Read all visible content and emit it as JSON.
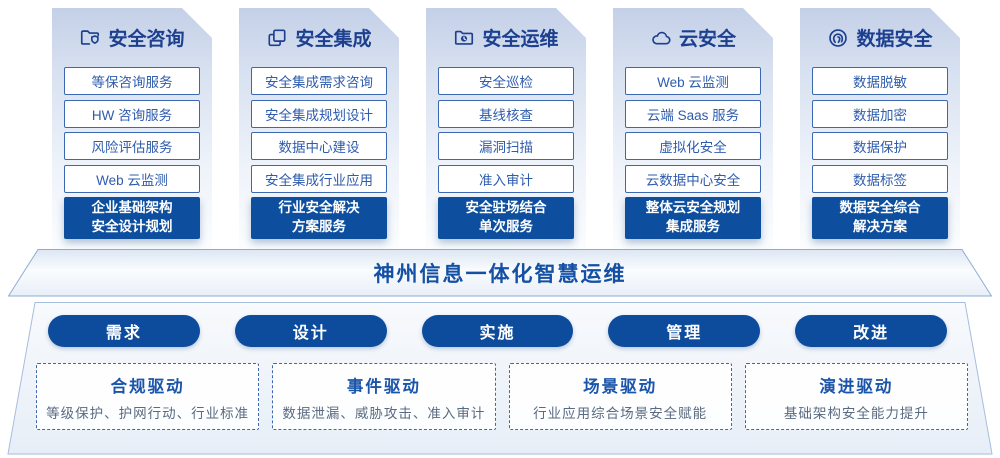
{
  "columns": [
    {
      "title": "安全咨询",
      "icon": "folder-shield-icon",
      "items": [
        "等保咨询服务",
        "HW 咨询服务",
        "风险评估服务",
        "Web 云监测"
      ],
      "footer": [
        "企业基础架构",
        "安全设计规划"
      ]
    },
    {
      "title": "安全集成",
      "icon": "documents-icon",
      "items": [
        "安全集成需求咨询",
        "安全集成规划设计",
        "数据中心建设",
        "安全集成行业应用"
      ],
      "footer": [
        "行业安全解决",
        "方案服务"
      ]
    },
    {
      "title": "安全运维",
      "icon": "folder-clock-icon",
      "items": [
        "安全巡检",
        "基线核查",
        "漏洞扫描",
        "准入审计"
      ],
      "footer": [
        "安全驻场结合",
        "单次服务"
      ]
    },
    {
      "title": "云安全",
      "icon": "cloud-icon",
      "items": [
        "Web 云监测",
        "云端 Saas 服务",
        "虚拟化安全",
        "云数据中心安全"
      ],
      "footer": [
        "整体云安全规划",
        "集成服务"
      ]
    },
    {
      "title": "数据安全",
      "icon": "fingerprint-icon",
      "items": [
        "数据脱敏",
        "数据加密",
        "数据保护",
        "数据标签"
      ],
      "footer": [
        "数据安全综合",
        "解决方案"
      ]
    }
  ],
  "banner": {
    "title": "神州信息一体化智慧运维"
  },
  "pills": [
    "需求",
    "设计",
    "实施",
    "管理",
    "改进"
  ],
  "drivers": [
    {
      "title": "合规驱动",
      "desc": "等级保护、护网行动、行业标准"
    },
    {
      "title": "事件驱动",
      "desc": "数据泄漏、威胁攻击、准入审计"
    },
    {
      "title": "场景驱动",
      "desc": "行业应用综合场景安全赋能"
    },
    {
      "title": "演进驱动",
      "desc": "基础架构安全能力提升"
    }
  ],
  "colors": {
    "primary_blue": "#0d4f9e",
    "navy_title": "#1c3f8f",
    "item_border": "#3c68b3",
    "item_text": "#2e5cae",
    "banner_text": "#1450a4",
    "driver_title": "#1b55aa",
    "driver_desc": "#5a6a80",
    "card_gradient_top": "#c4d0e8",
    "card_gradient_bottom": "#fbfdfe"
  }
}
